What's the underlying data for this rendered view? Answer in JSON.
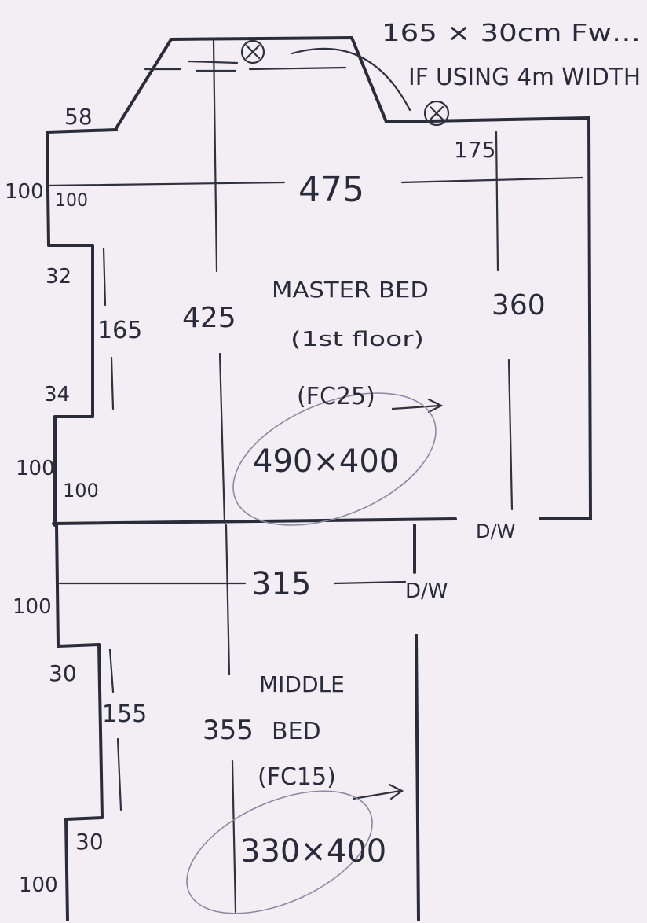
{
  "note": {
    "line1": "165 × 30cm Fw…",
    "line2": "IF USING 4m WIDTH"
  },
  "master": {
    "title": "MASTER BED",
    "floor": "(1st floor)",
    "code": "(FC25)",
    "size": "490×400"
  },
  "middle": {
    "title": "MIDDLE",
    "subtitle": "BED",
    "code": "(FC15)",
    "size": "330×400"
  },
  "dims": {
    "top_left": "58",
    "top_right": "175",
    "width_master": "475",
    "height_master_right": "360",
    "depth_master": "425",
    "left_100_a": "100",
    "left_100_a_inner": "100",
    "left_32": "32",
    "left_165": "165",
    "left_34": "34",
    "left_100_b": "100",
    "left_100_b_inner": "100",
    "wardrobe_master": "D/W",
    "width_middle": "315",
    "wardrobe_middle": "D/W",
    "left_100_c": "100",
    "left_30_a": "30",
    "left_155": "155",
    "depth_middle": "355",
    "left_30_b": "30",
    "left_100_d": "100"
  }
}
